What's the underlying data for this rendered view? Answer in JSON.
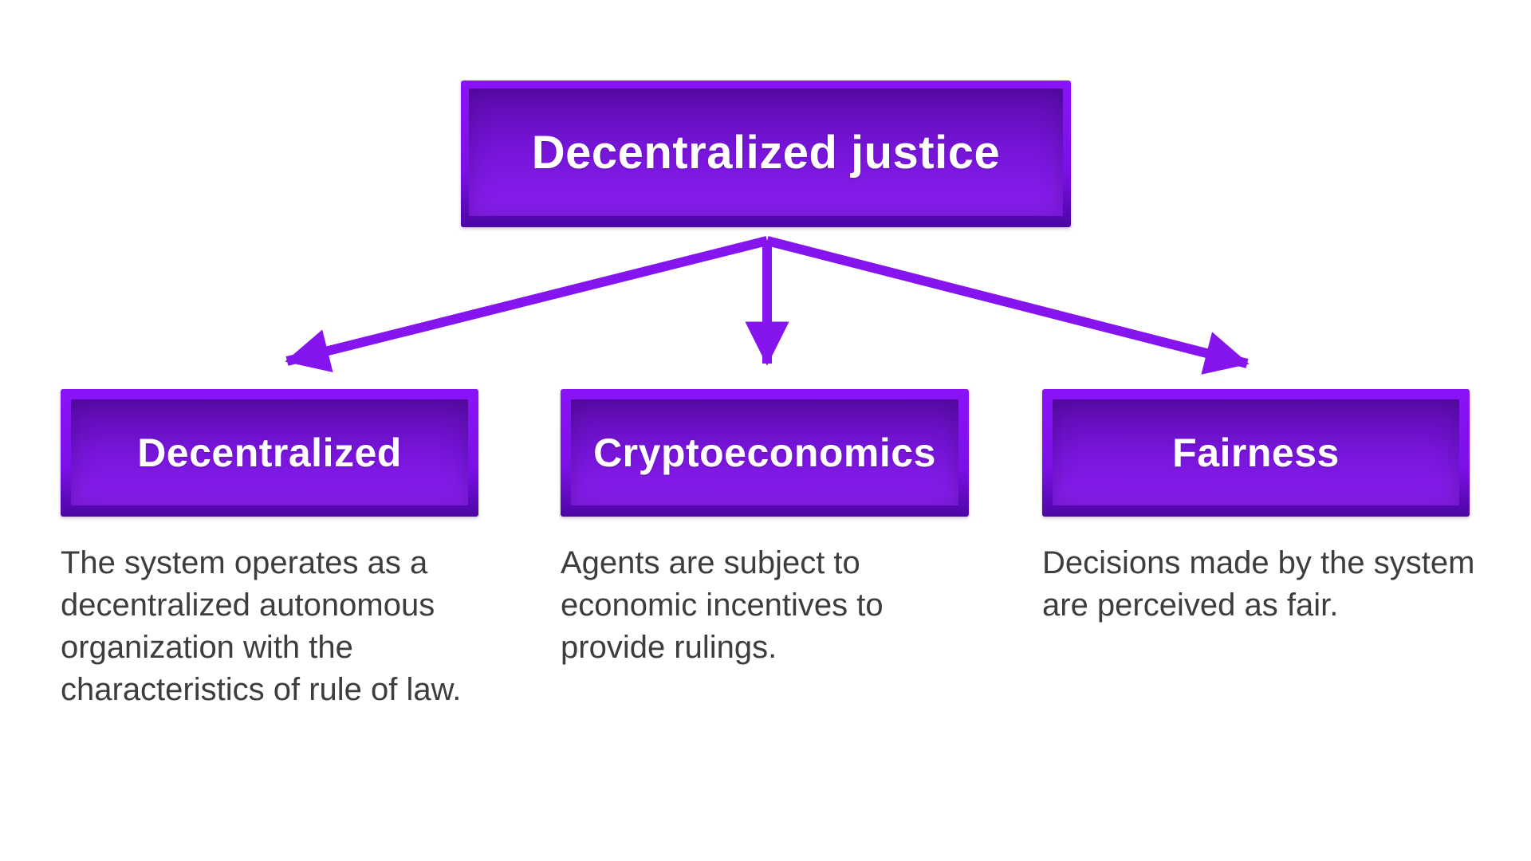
{
  "diagram": {
    "root": {
      "label": "Decentralized justice"
    },
    "branches": [
      {
        "label": "Decentralized",
        "description": "The system operates as a decentralized autonomous organization with the characteristics of rule of law."
      },
      {
        "label": "Cryptoeconomics",
        "description": "Agents are subject to economic incentives to provide rulings."
      },
      {
        "label": "Fairness",
        "description": "Decisions made by the system are perceived as fair."
      }
    ]
  },
  "colors": {
    "arrow": "#8614ef",
    "frame-top": "#8a13f8",
    "frame-mid": "#7c10e6",
    "frame-bottom": "#4c06a4",
    "inner-top": "#5c0bad",
    "inner-mid": "#7614d8",
    "inner-bottom": "#8c1ff2",
    "label-text": "#ffffff",
    "description-text": "#3d3d3d",
    "background": "#ffffff"
  }
}
